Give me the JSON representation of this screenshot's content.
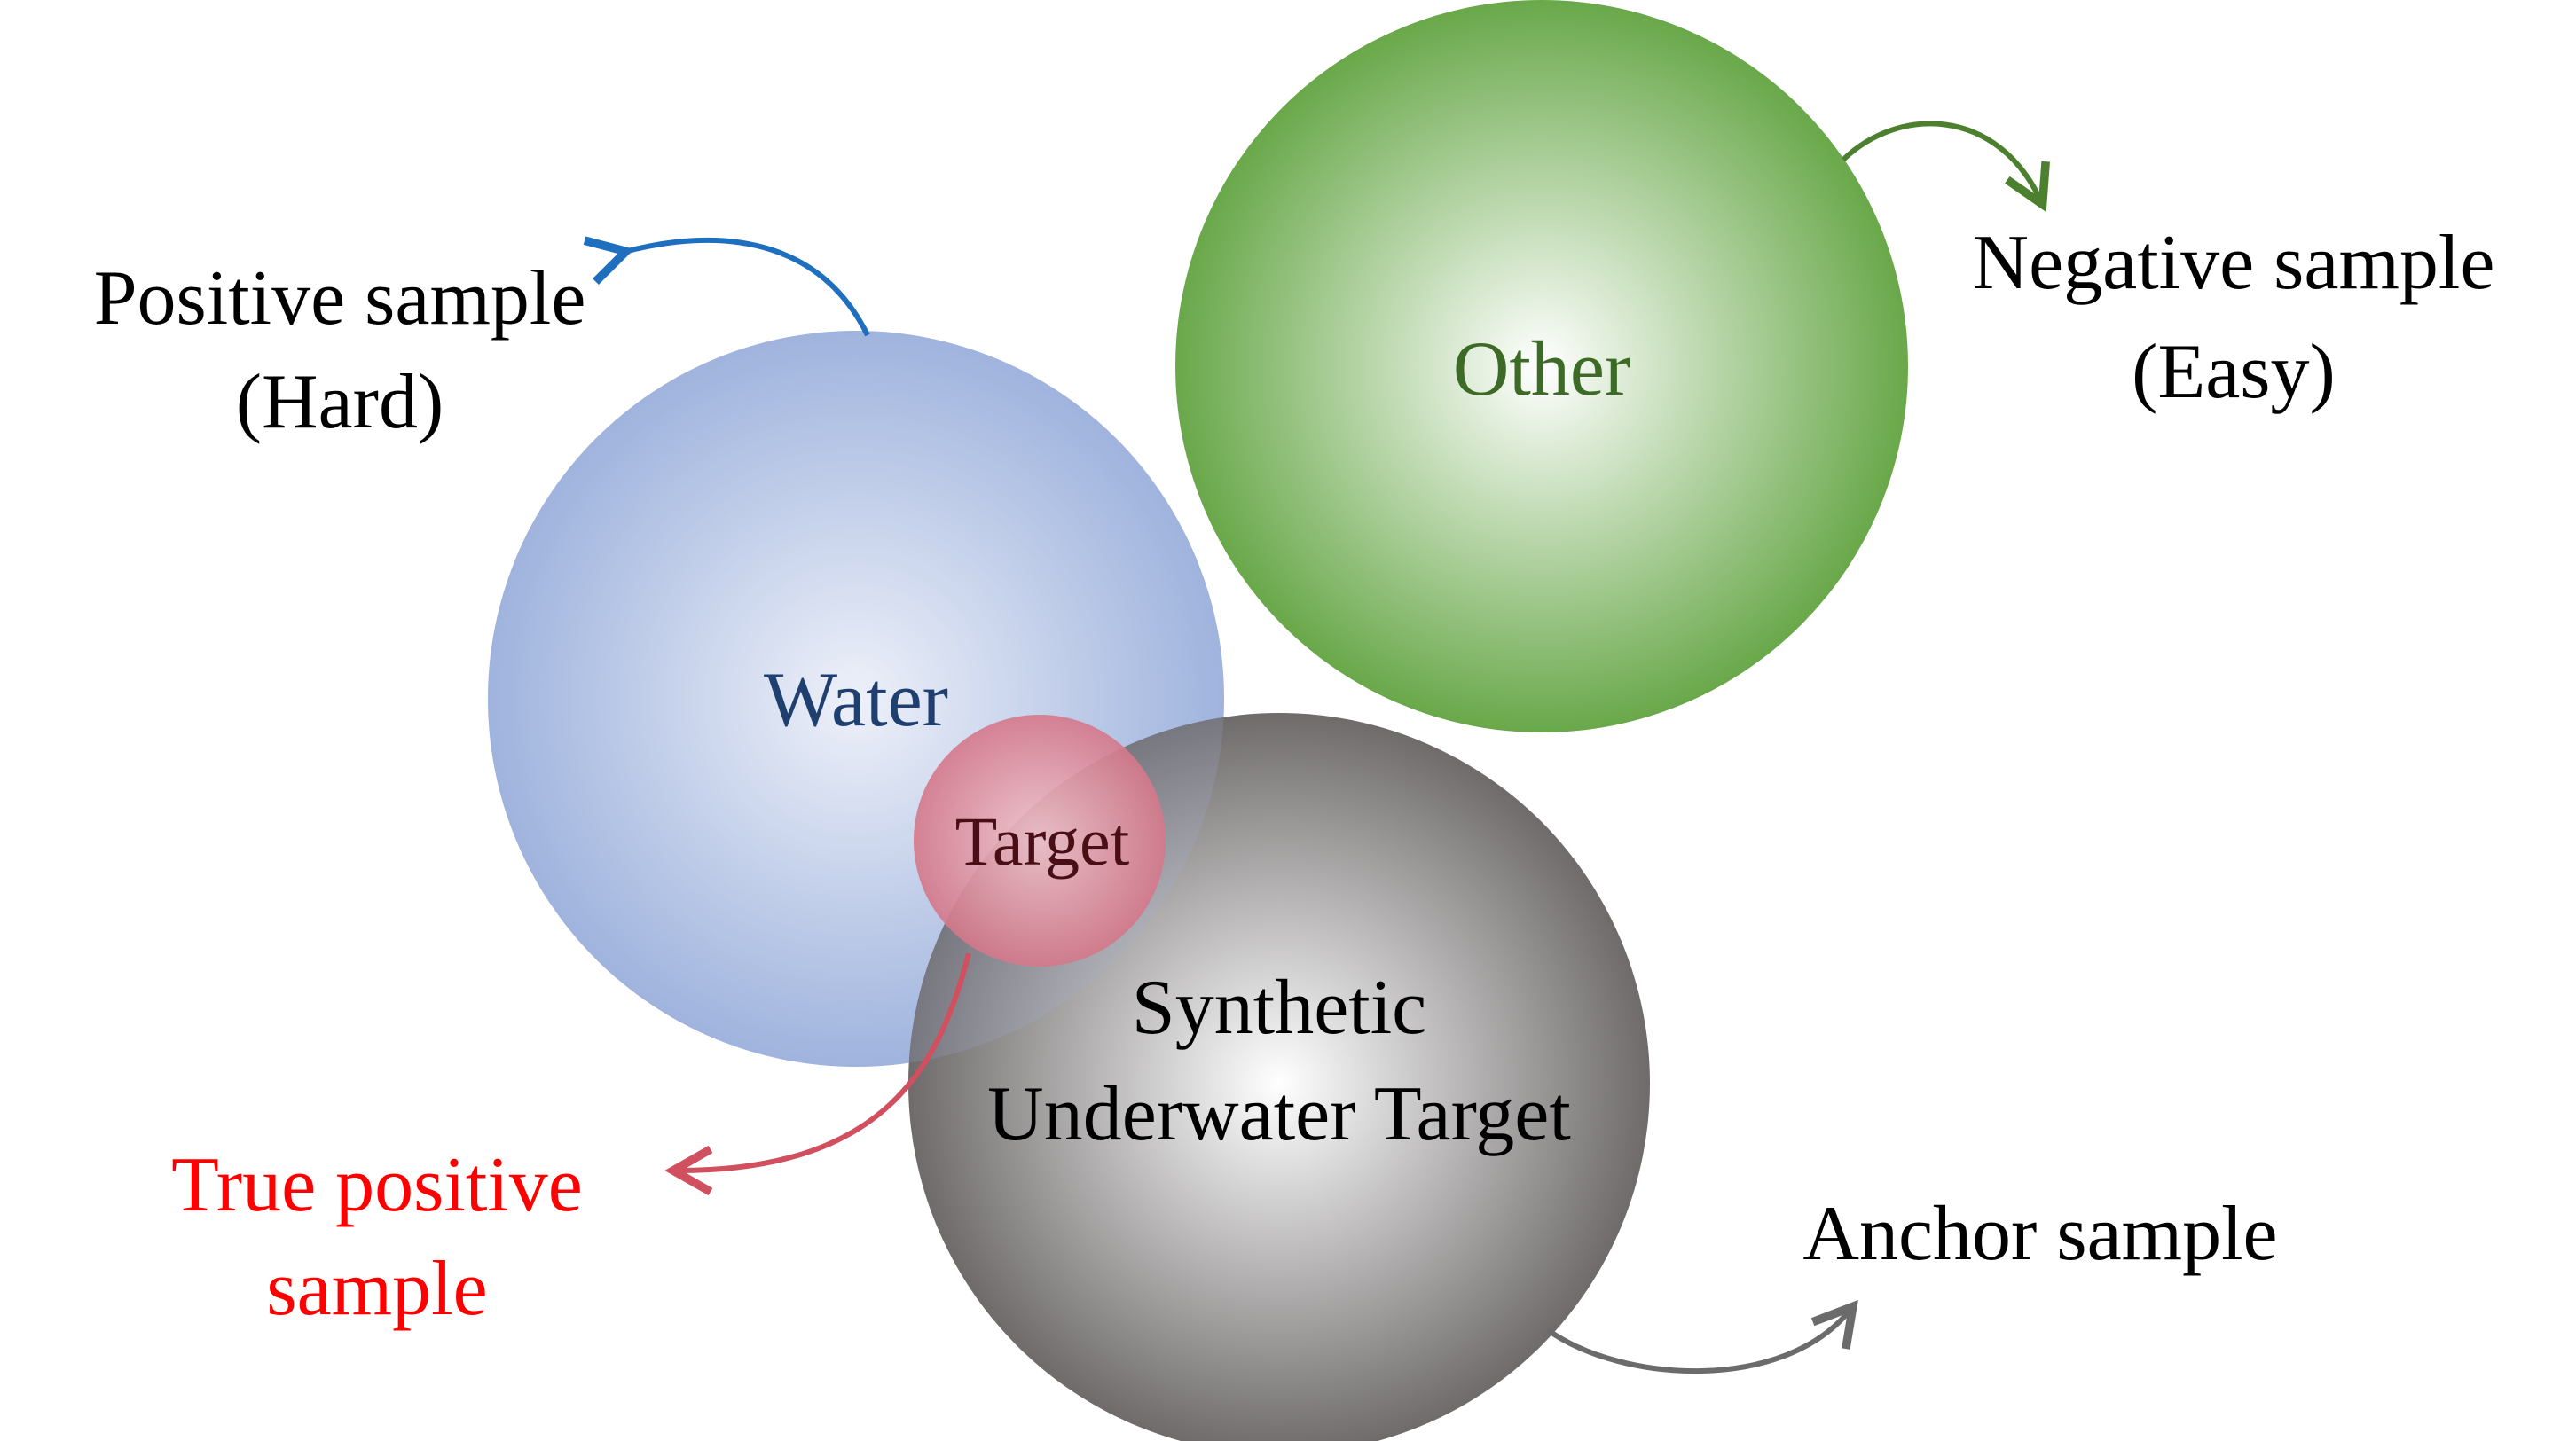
{
  "circles": {
    "water": {
      "label": "Water",
      "color": "#9fb4de",
      "text_color": "#1f3f6f"
    },
    "other": {
      "label": "Other",
      "color": "#69a84a",
      "text_color": "#3d6b27"
    },
    "synthetic": {
      "line1": "Synthetic",
      "line2": "Underwater Target",
      "color": "#6f6b6b",
      "text_color": "#000000"
    },
    "target": {
      "label": "Target",
      "color": "#d4788a",
      "text_color": "#4a0f16"
    }
  },
  "annotations": {
    "positive": {
      "line1": "Positive sample",
      "line2": "(Hard)",
      "color": "#000000",
      "arrow_color": "#1f6fbf"
    },
    "negative": {
      "line1": "Negative sample",
      "line2": "(Easy)",
      "color": "#000000",
      "arrow_color": "#4c7f2e"
    },
    "true_positive": {
      "line1": "True positive",
      "line2": "sample",
      "color": "#ff0000",
      "arrow_color": "#d05060"
    },
    "anchor": {
      "line1": "Anchor sample",
      "color": "#000000",
      "arrow_color": "#6b6b6b"
    }
  }
}
